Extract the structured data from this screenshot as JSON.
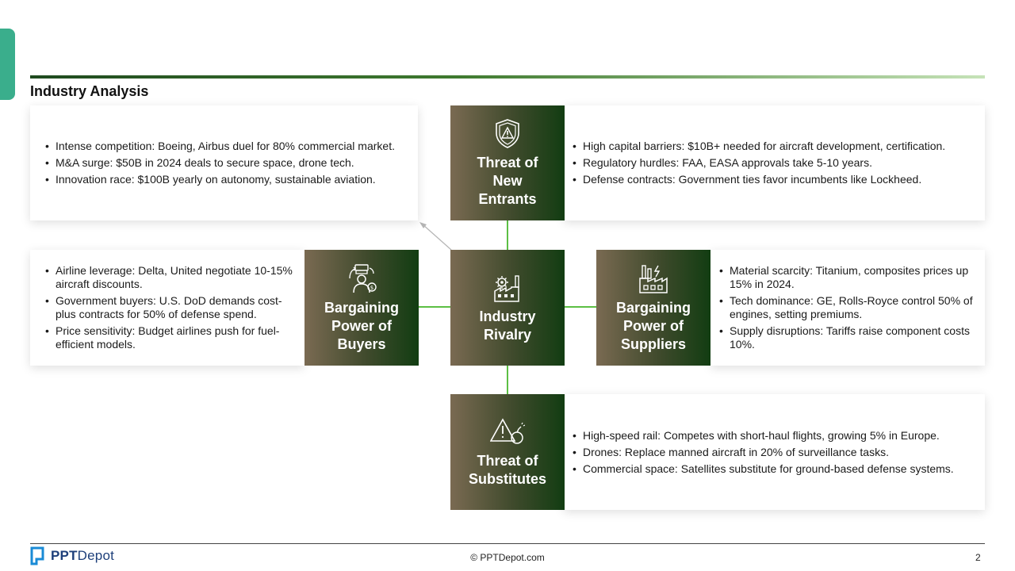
{
  "page": {
    "title": "Industry Analysis"
  },
  "forces": {
    "new_entrants": {
      "label": "Threat of New Entrants",
      "icon": "shield-warning-icon",
      "bullets": [
        "High capital barriers: $10B+ needed for aircraft development, certification.",
        "Regulatory hurdles: FAA, EASA approvals take 5-10 years.",
        "Defense contracts: Government ties favor incumbents like Lockheed."
      ]
    },
    "rivalry": {
      "label": "Industry Rivalry",
      "icon": "factory-gear-icon",
      "bullets": [
        "Intense competition: Boeing, Airbus duel for 80% commercial market.",
        "M&A surge: $50B in 2024 deals to secure space, drone tech.",
        "Innovation race: $100B yearly on autonomy, sustainable aviation."
      ]
    },
    "buyers": {
      "label": "Bargaining Power of Buyers",
      "icon": "buyer-shop-icon",
      "bullets": [
        "Airline leverage: Delta, United negotiate 10-15% aircraft discounts.",
        "Government buyers: U.S. DoD demands cost-plus contracts for 50% of defense spend.",
        "Price sensitivity: Budget airlines push for fuel-efficient models."
      ]
    },
    "suppliers": {
      "label": "Bargaining Power of Suppliers",
      "icon": "factory-icon",
      "bullets": [
        "Material scarcity: Titanium, composites prices up 15% in 2024.",
        "Tech dominance: GE, Rolls-Royce control 50% of engines, setting premiums.",
        "Supply disruptions: Tariffs raise component costs 10%."
      ]
    },
    "substitutes": {
      "label": "Threat of Substitutes",
      "icon": "warning-bomb-icon",
      "bullets": [
        "High-speed rail: Competes with short-haul flights, growing 5% in Europe.",
        "Drones: Replace manned aircraft in 20% of surveillance tasks.",
        "Commercial space: Satellites substitute for ground-based defense systems."
      ]
    }
  },
  "footer": {
    "copyright": "© PPTDepot.com",
    "page_number": "2",
    "logo_bold": "PPT",
    "logo_light": "Depot"
  },
  "colors": {
    "accent": "#3aae8c",
    "connector": "#5cbf44",
    "tile_dark": "#123d12",
    "tile_light": "#7a6a52",
    "logo": "#1d3f7a"
  }
}
